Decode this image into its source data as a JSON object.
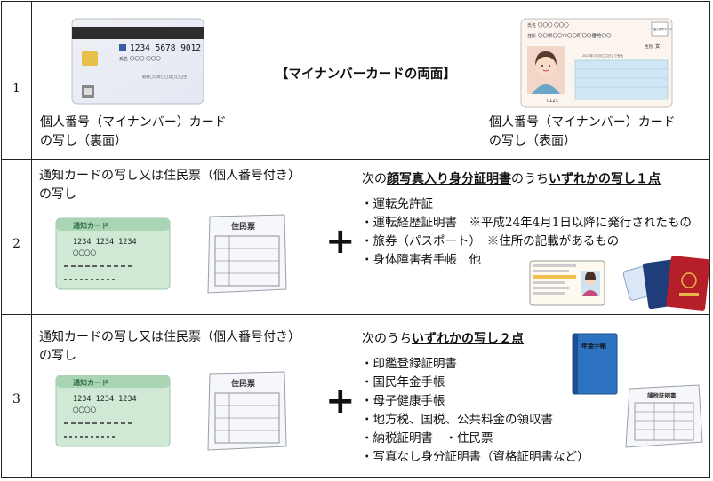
{
  "row1": {
    "number": "1",
    "center_title": "【マイナンバーカードの両面】",
    "back_caption_1": "個人番号（マイナンバー）カード",
    "back_caption_2": "の写し（裏面）",
    "front_caption_1": "個人番号（マイナンバー）カード",
    "front_caption_2": "の写し（表面）",
    "back_card": {
      "numbers": "1234 5678 9012",
      "name_label": "氏名",
      "name_value": "〇〇〇 〇〇〇",
      "dob_label": "昭和〇〇年〇〇月〇〇日生"
    },
    "front_card": {
      "name_label": "氏名",
      "name_value": "〇〇〇 〇〇〇",
      "address_label": "住所",
      "address_value": "〇〇県〇〇市〇〇町〇〇番地〇〇",
      "sex_label": "性別",
      "sex_value": "女",
      "badge": "個人番号カード",
      "expiry": "2025年〇〇月〇〇日まで有効",
      "code": "0123"
    }
  },
  "row2": {
    "number": "2",
    "left_line1": "通知カードの写し又は住民票（個人番号付き）",
    "left_line2": "の写し",
    "notice_card": {
      "title": "通知カード",
      "numbers": "1234 1234 1234",
      "line": "〇〇〇〇"
    },
    "juminhyo_title": "住民票",
    "plus": "+",
    "heading_pre": "次の",
    "heading_u1": "顔写真入り身分証明書",
    "heading_mid": "のうち",
    "heading_u2": "いずれかの写し１点",
    "items": [
      "・運転免許証",
      "・運転経歴証明書　※平成24年4月1日以降に発行されたもの",
      "・旅券（パスポート）　※住所の記載があるもの",
      "・身体障害者手帳　他"
    ]
  },
  "row3": {
    "number": "3",
    "left_line1": "通知カードの写し又は住民票（個人番号付き）",
    "left_line2": "の写し",
    "notice_card": {
      "title": "通知カード",
      "numbers": "1234 1234 1234",
      "line": "〇〇〇〇"
    },
    "juminhyo_title": "住民票",
    "plus": "+",
    "heading_pre": "次のうち",
    "heading_u": "いずれかの写し２点",
    "pension_title": "年金手帳",
    "tax_title": "課税証明書",
    "items": [
      "・印鑑登録証明書",
      "・国民年金手帳",
      "・母子健康手帳",
      "・地方税、国税、公共料金の領収書",
      "・納税証明書　・住民票",
      "・写真なし身分証明書（資格証明書など）"
    ]
  }
}
